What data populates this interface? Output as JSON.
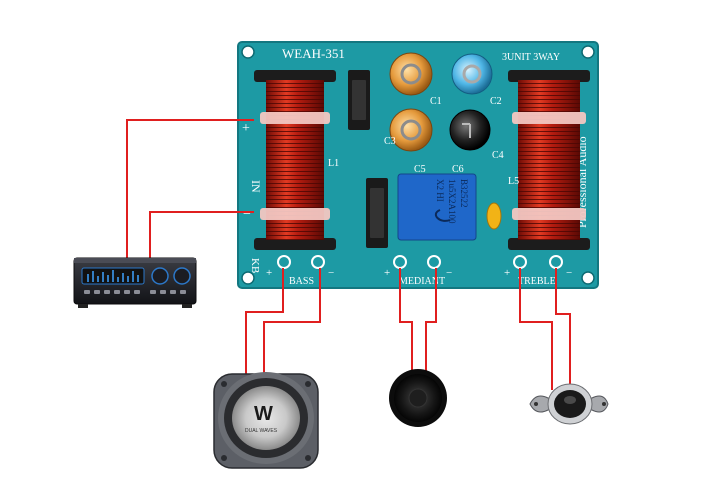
{
  "board": {
    "model": "WEAH-351",
    "type": "3UNIT 3WAY",
    "brand": "Professional Audio",
    "input_label": "IN",
    "kb": "KB",
    "input_plus": "+",
    "input_minus": "−",
    "capacitors": [
      "C1",
      "C2",
      "C3",
      "C4",
      "C5",
      "C6"
    ],
    "coils": [
      "L1",
      "L5"
    ],
    "film_cap": {
      "line1": "B32522",
      "line2": "1u5X2A100",
      "line3": "X2   HI"
    },
    "colors": {
      "pcb": "#1d9aa4",
      "copper": "#c42416",
      "wire": "#e01f1f"
    }
  },
  "outputs": [
    {
      "label": "BASS",
      "plus": "+",
      "minus": "−"
    },
    {
      "label": "MEDIANT",
      "plus": "+",
      "minus": "−"
    },
    {
      "label": "TREBLE",
      "plus": "+",
      "minus": "−"
    }
  ],
  "woofer": {
    "logo": "W",
    "caption": "DUAL WAVES"
  }
}
